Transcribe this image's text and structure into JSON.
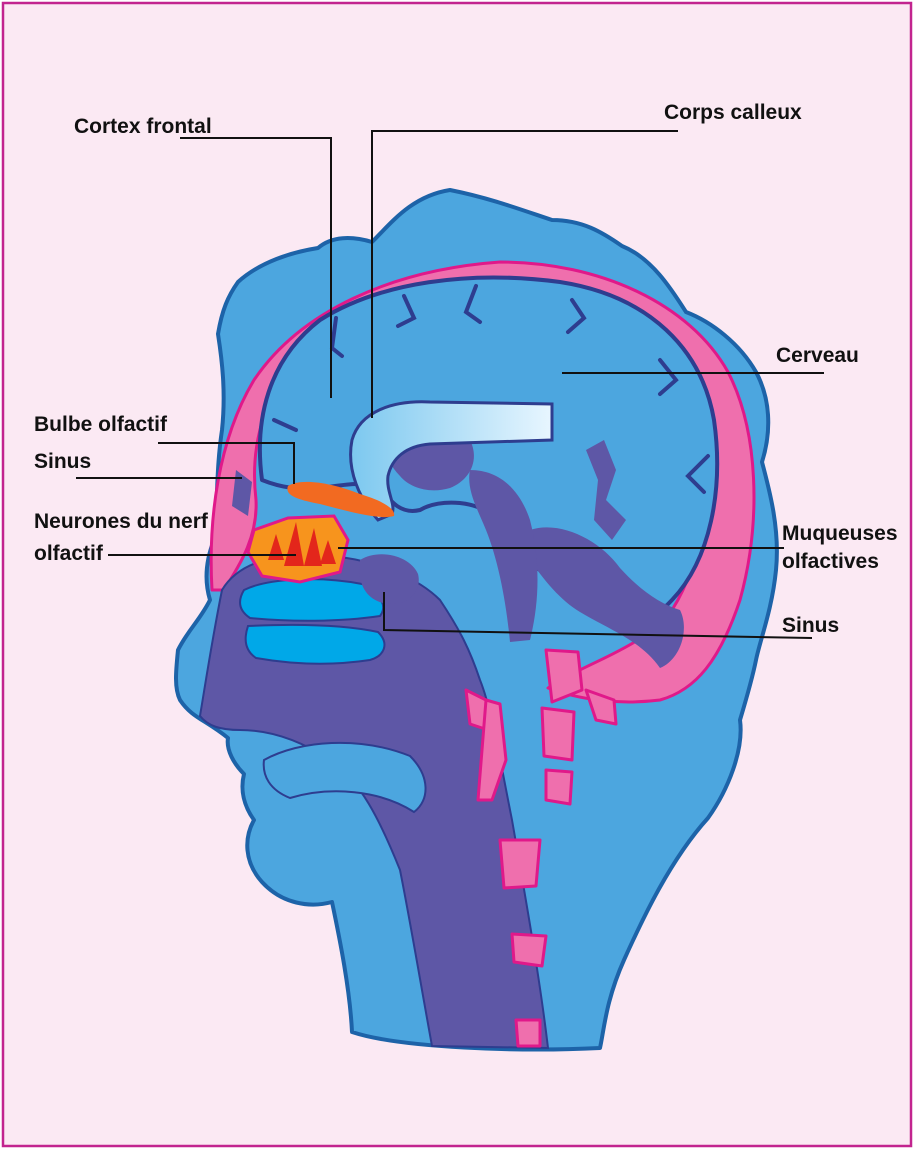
{
  "diagram": {
    "colors": {
      "background": "#fbe9f3",
      "frame": "#c2248f",
      "head": "#4ca6df",
      "outline": "#1d63a8",
      "dark": "#5e57a6",
      "pink": "#ef6fad",
      "pink_line": "#e0198a",
      "callosum_light": "#e8f6ff",
      "callosum_blue": "#7cc8ef",
      "bulb": "#f26a21",
      "mucosa": "#f7941d",
      "neurons": "#e3261b",
      "turbinates": "#00a8e8",
      "leader": "#111111"
    },
    "labels": {
      "cortex_frontal": "Cortex frontal",
      "corps_calleux": "Corps calleux",
      "cerveau": "Cerveau",
      "bulbe_olfactif": "Bulbe olfactif",
      "sinus_left": "Sinus",
      "neurones_line1": "Neurones du nerf",
      "neurones_line2": "olfactif",
      "muqueuses_line1": "Muqueuses",
      "muqueuses_line2": "olfactives",
      "sinus_right": "Sinus"
    }
  }
}
